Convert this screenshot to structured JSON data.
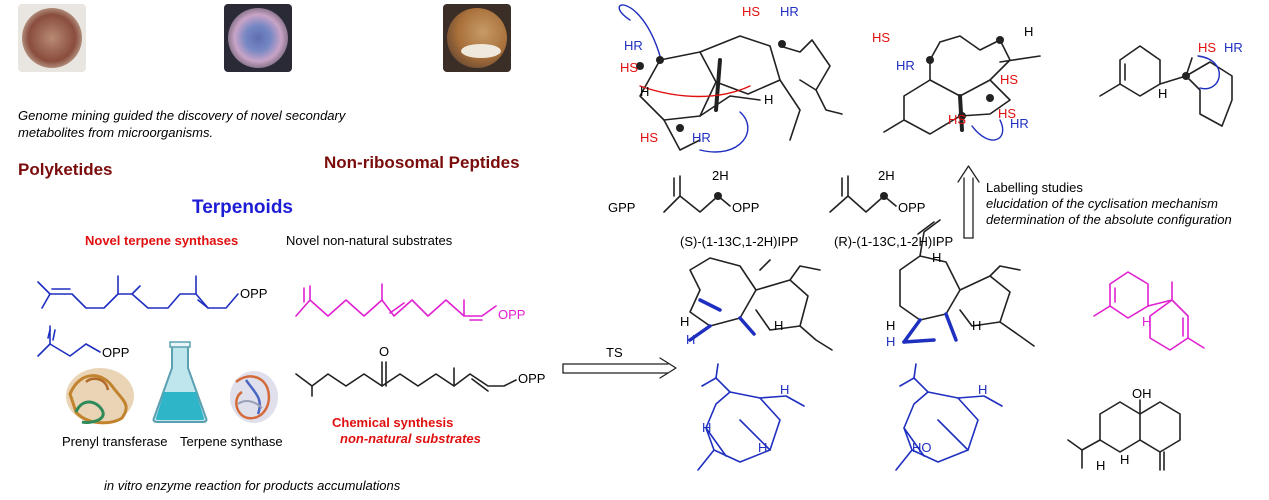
{
  "header_note": "Genome mining guided the discovery of novel secondary metabolites  from microorganisms.",
  "classes": {
    "polyketides": "Polyketides",
    "nrp": "Non-ribosomal Peptides",
    "terpenoids": "Terpenoids"
  },
  "subheads": {
    "novel_synthases": "Novel terpene synthases",
    "non_natural": "Novel non-natural substrates"
  },
  "substrates": {
    "opp_main": "OPP",
    "opp_magenta": "OPP",
    "opp_ipp": "OPP",
    "opp_keto": "OPP",
    "keto_o": "O"
  },
  "enzymes": {
    "prenyl": "Prenyl transferase",
    "terpene": "Terpene synthase"
  },
  "chem_synth": {
    "title": "Chemical synthesis",
    "sub": "non-natural substrates"
  },
  "footer_note": "in vitro enzyme reaction for products accumulations",
  "arrow_label": "TS",
  "gpp": "GPP",
  "labelled": {
    "s_label": "(S)-(1-13C,1-2H)IPP",
    "r_label": "(R)-(1-13C,1-2H)IPP",
    "h2": "2H",
    "opp": "OPP"
  },
  "labelling": {
    "title": "Labelling studies",
    "line1": "elucidation of the cyclisation mechanism",
    "line2": "determination of the absolute configuration"
  },
  "stereo": {
    "HS": "HS",
    "HR": "HR",
    "H": "H",
    "OH": "OH",
    "HO": "HO"
  },
  "colors": {
    "dark_red": "#7b0c0c",
    "blue": "#1d1dd6",
    "red": "#e01010",
    "magenta": "#e020d0",
    "struct_blue": "#1f2fc0"
  }
}
